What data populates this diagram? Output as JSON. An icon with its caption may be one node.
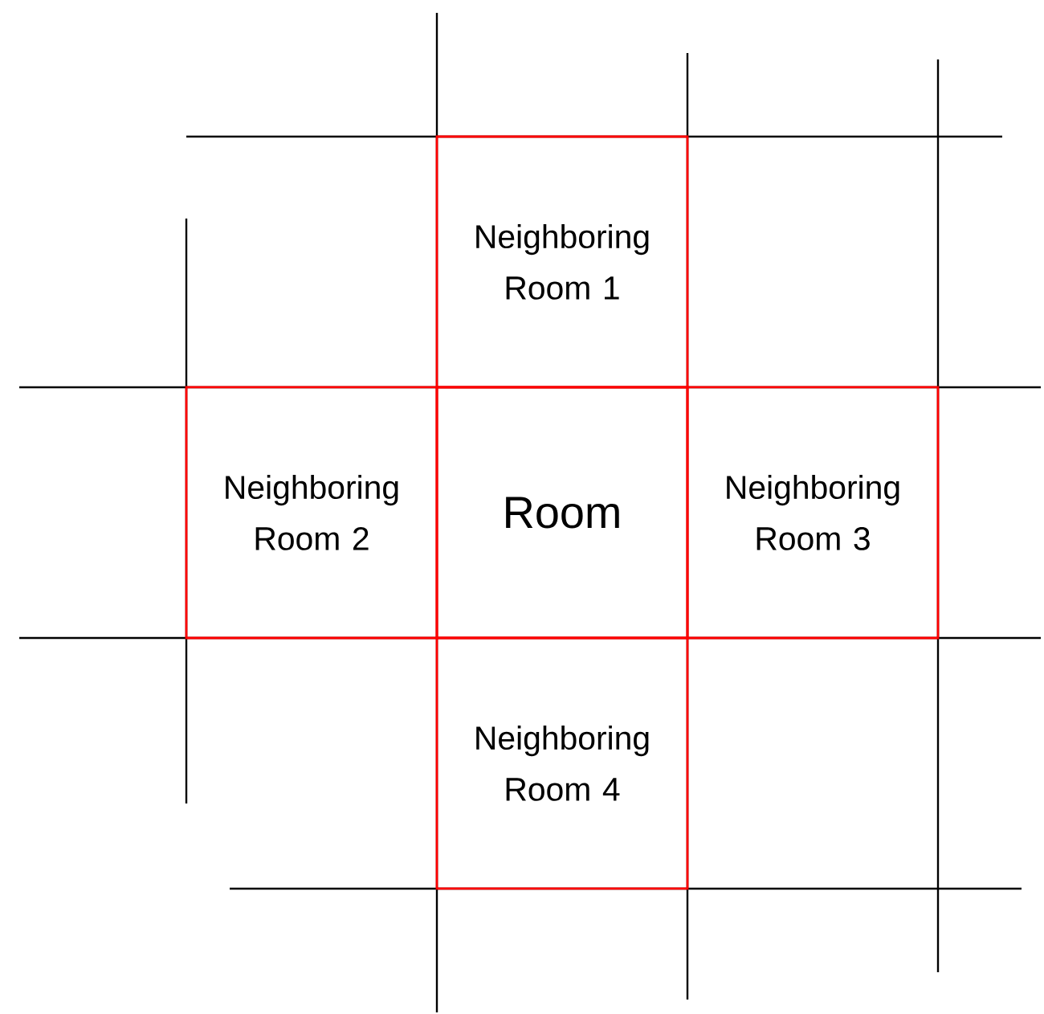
{
  "diagram": {
    "nodes": [
      {
        "text": [
          "Neighboring Room 1"
        ]
      },
      {
        "text": [
          "Neighboring Room 2"
        ]
      },
      {
        "text": [
          "Room"
        ]
      },
      {
        "text": [
          "Neighboring Room 3"
        ]
      },
      {
        "text": [
          "Neighboring Room 4"
        ]
      }
    ]
  }
}
